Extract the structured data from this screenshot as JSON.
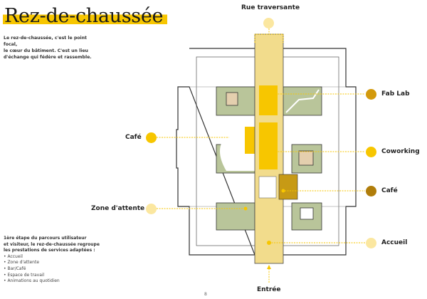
{
  "title": "Rez-de-chaussée",
  "intro": [
    "Le rez-de-chaussée, c'est le point focal,",
    "le cœur du bâtiment. C'est un lieu",
    "d'échange qui fédère et rassemble."
  ],
  "steps": {
    "heading": [
      "1ère étape du parcours utilisateur",
      "et visiteur, le rez-de-chaussée regroupe",
      "les prestations de services adaptées :"
    ],
    "items": [
      "• Accueil",
      "• Zone d'attente",
      "• Bar/Café",
      "• Espace de travail",
      "• Animations au quotidien"
    ]
  },
  "labels": {
    "rue": "Rue traversante",
    "fablab": "Fab Lab",
    "cafe_left": "Café",
    "coworking": "Coworking",
    "cafe_right": "Café",
    "zone": "Zone d'attente",
    "accueil": "Accueil",
    "entree": "Entrée"
  },
  "colors": {
    "accent": "#f7c600",
    "pale": "#fbe7a0",
    "gold": "#d39a0c",
    "dark_gold": "#b07d0a",
    "green": "#b9c59a"
  },
  "page_number": "8"
}
